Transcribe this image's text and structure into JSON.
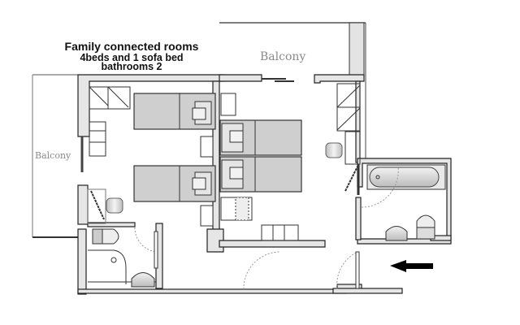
{
  "header": {
    "title": "Family connected rooms",
    "subtitle_beds": "4beds and 1 sofa bed",
    "subtitle_bathrooms": "bathrooms 2"
  },
  "labels": {
    "balcony_top": "Balcony",
    "balcony_left": "Balcony"
  },
  "rooms": [
    {
      "name": "bedroom-left",
      "beds": 2,
      "bed_type": "single"
    },
    {
      "name": "bedroom-right",
      "beds": 2,
      "bed_type": "single",
      "extra": "sofa bed"
    },
    {
      "name": "bathroom-left",
      "fixtures": [
        "toilet",
        "shower",
        "sink"
      ]
    },
    {
      "name": "bathroom-right",
      "fixtures": [
        "bathtub",
        "sink",
        "toilet"
      ]
    }
  ],
  "entrance_arrow": {
    "direction": "left",
    "icon": "arrow-left-icon"
  },
  "colors": {
    "wall_fill": "#e6e6e6",
    "wall_stroke": "#222222",
    "bed_fill": "#cfcfcf",
    "balcony_text": "#8a8a8a",
    "title_text": "#111111"
  }
}
